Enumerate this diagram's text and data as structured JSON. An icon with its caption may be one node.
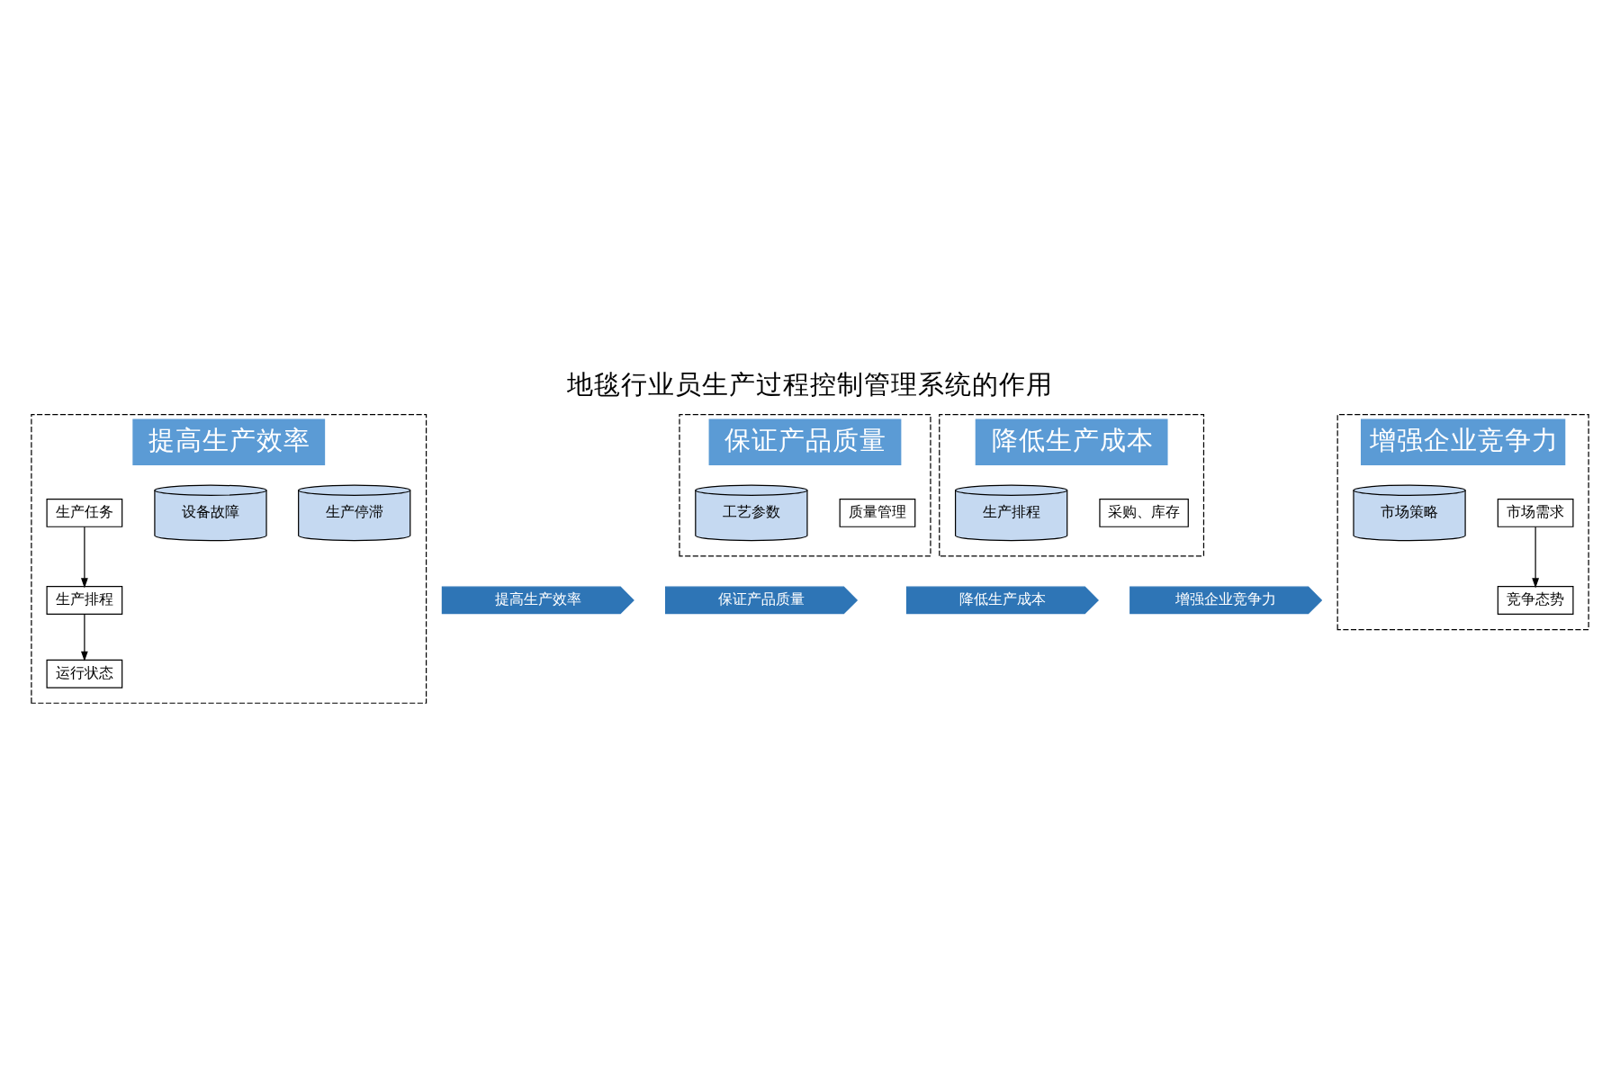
{
  "diagram": {
    "title": "地毯行业员生产过程控制管理系统的作用",
    "nodes": [
      {
        "text": [
          "提高生产效率"
        ]
      },
      {
        "text": [
          "生产任务"
        ],
        "in": 0
      },
      {
        "text": [
          "生产排程"
        ],
        "in": 0
      },
      {
        "text": [
          "运行状态"
        ],
        "in": 0
      },
      {
        "text": [
          "设备故障"
        ],
        "in": 0
      },
      {
        "text": [
          "生产停滞"
        ],
        "in": 0
      },
      {
        "text": [
          "保证产品质量"
        ]
      },
      {
        "text": [
          "质量管理"
        ],
        "in": 6
      },
      {
        "text": [
          "工艺参数"
        ],
        "in": 6
      },
      {
        "text": [
          "降低生产成本"
        ]
      },
      {
        "text": [
          "采购、库存"
        ],
        "in": 9
      },
      {
        "text": [
          "生产排程"
        ],
        "in": 9
      },
      {
        "text": [
          "增强企业竞争力"
        ]
      },
      {
        "text": [
          "市场需求"
        ],
        "in": 12
      },
      {
        "text": [
          "竞争态势"
        ],
        "in": 12
      },
      {
        "text": [
          "市场策略"
        ],
        "in": 12
      },
      {
        "text": [
          "提高生产效率"
        ]
      },
      {
        "text": [
          "保证产品质量"
        ]
      },
      {
        "text": [
          "降低生产成本"
        ]
      },
      {
        "text": [
          "增强企业竞争力"
        ]
      }
    ],
    "edges": [
      {
        "from": 1,
        "to": 2,
        "arrow": "to"
      },
      {
        "from": 2,
        "to": 3,
        "arrow": "to"
      },
      {
        "from": 13,
        "to": 14,
        "arrow": "to"
      }
    ]
  }
}
